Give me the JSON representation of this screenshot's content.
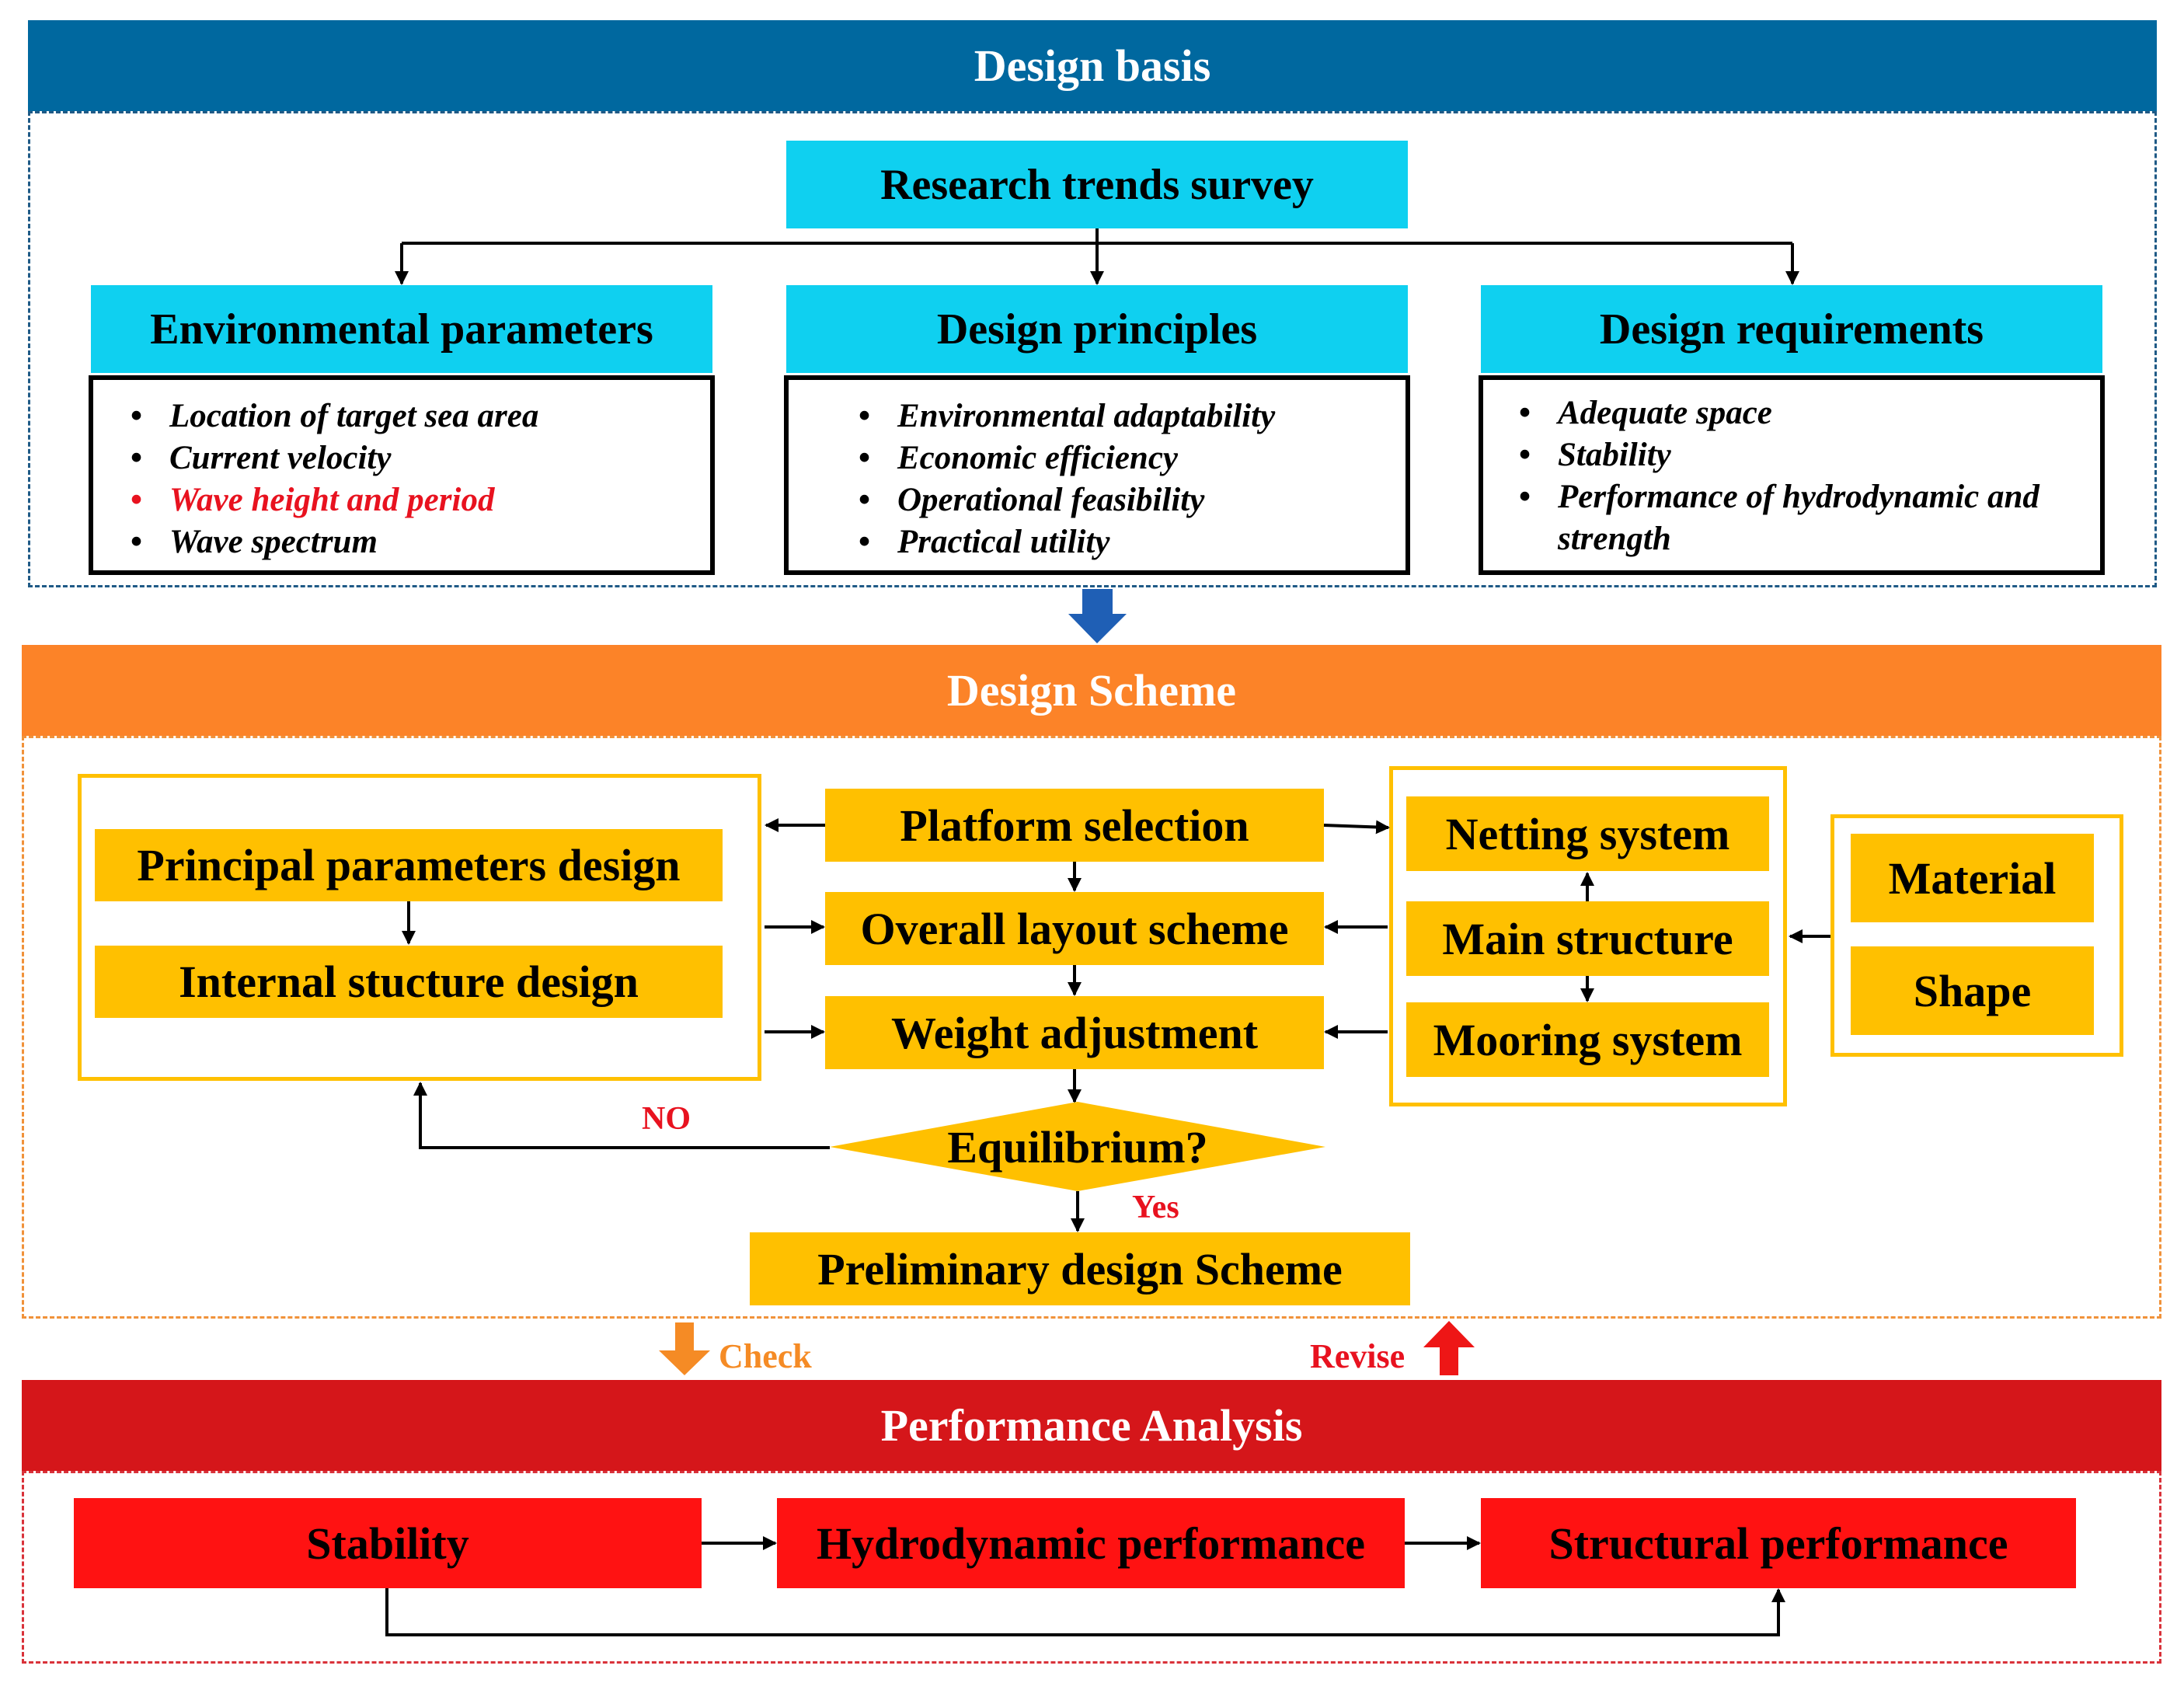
{
  "design_basis": {
    "title": "Design basis",
    "research": "Research trends survey",
    "env": {
      "title": "Environmental parameters",
      "items": [
        "Location of target sea area",
        "Current velocity",
        "Wave height and period",
        "Wave spectrum"
      ]
    },
    "principles": {
      "title": "Design principles",
      "items": [
        "Environmental adaptability",
        "Economic efficiency",
        "Operational feasibility",
        "Practical utility"
      ]
    },
    "requirements": {
      "title": "Design requirements",
      "items": [
        "Adequate space",
        "Stability",
        "Performance of hydrodynamic and strength"
      ]
    }
  },
  "design_scheme": {
    "title": "Design Scheme",
    "principal": "Principal parameters design",
    "internal": "Internal stucture design",
    "platform": "Platform selection",
    "overall": "Overall layout scheme",
    "weight": "Weight adjustment",
    "equilibrium": "Equilibrium?",
    "no_label": "NO",
    "yes_label": "Yes",
    "preliminary": "Preliminary design Scheme",
    "netting": "Netting system",
    "main_structure": "Main structure",
    "mooring": "Mooring system",
    "material": "Material",
    "shape": "Shape"
  },
  "transition": {
    "check": "Check",
    "revise": "Revise"
  },
  "performance": {
    "title": "Performance Analysis",
    "stability": "Stability",
    "hydrodynamic": "Hydrodynamic performance",
    "structural": "Structural performance"
  },
  "colors": {
    "basis_header": "#00689f",
    "scheme_header": "#fc8328",
    "performance_header": "#d5161a",
    "cyan_box": "#0fd0f0",
    "yellow_box": "#ffc000",
    "red_box": "#ff1212",
    "highlight_text": "#e8121f",
    "check_arrow": "#f58b25",
    "revise_arrow": "#ee1616",
    "down_arrow": "#1f5fb5"
  }
}
